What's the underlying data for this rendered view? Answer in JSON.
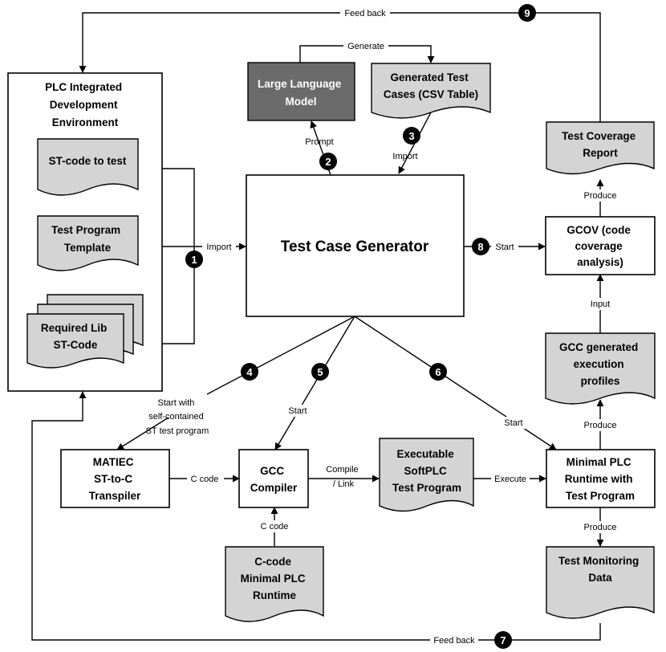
{
  "nodes": {
    "ide": [
      "PLC Integrated",
      "Development",
      "Environment"
    ],
    "st_code": [
      "ST-code to test"
    ],
    "test_template": [
      "Test Program",
      "Template"
    ],
    "required_lib": [
      "Required Lib",
      "ST-Code"
    ],
    "llm": [
      "Large Language",
      "Model"
    ],
    "generated_tests": [
      "Generated Test",
      "Cases (CSV Table)"
    ],
    "tcg": [
      "Test Case Generator"
    ],
    "coverage_report": [
      "Test Coverage",
      "Report"
    ],
    "gcov": [
      "GCOV (code",
      "coverage",
      "analysis)"
    ],
    "gcc_profiles": [
      "GCC generated",
      "execution",
      "profiles"
    ],
    "matiec": [
      "MATIEC",
      "ST-to-C",
      "Transpiler"
    ],
    "gcc": [
      "GCC",
      "Compiler"
    ],
    "executable": [
      "Executable",
      "SoftPLC",
      "Test Program"
    ],
    "runtime": [
      "Minimal PLC",
      "Runtime with",
      "Test Program"
    ],
    "ccode_runtime": [
      "C-code",
      "Minimal PLC",
      "Runtime"
    ],
    "monitoring": [
      "Test Monitoring",
      "Data"
    ]
  },
  "edges": {
    "feed_back_top": "Feed back",
    "generate": "Generate",
    "prompt": "Prompt",
    "import_csv": "Import",
    "import_ide": "Import",
    "start_gcov": "Start",
    "produce_report": "Produce",
    "input": "Input",
    "produce_profiles": "Produce",
    "start_with": [
      "Start with",
      "self-contained",
      "ST test program"
    ],
    "start_gcc": "Start",
    "start_runtime": "Start",
    "c_code_matiec": "C code",
    "compile_link": [
      "Compile",
      "/ Link"
    ],
    "execute": "Execute",
    "c_code_runtime": "C code",
    "produce_monitoring": "Produce",
    "feed_back_bottom": "Feed back"
  },
  "steps": [
    "1",
    "2",
    "3",
    "4",
    "5",
    "6",
    "7",
    "8",
    "9"
  ]
}
